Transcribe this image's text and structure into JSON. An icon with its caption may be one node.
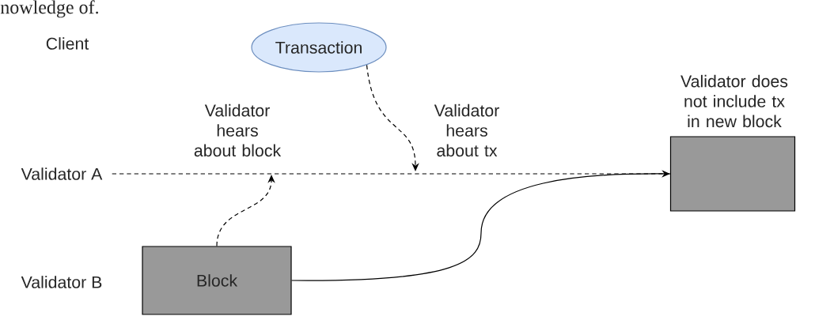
{
  "diagram": {
    "nodes": [
      {
        "text": [
          "Transaction"
        ]
      },
      {
        "text": [
          "Validator does not include tx in new block"
        ]
      },
      {
        "text": [
          "Block"
        ]
      },
      {
        "text": [
          "Validator A"
        ]
      }
    ],
    "edges": [
      {
        "from": 3,
        "to": 1,
        "arrow": "none",
        "style": "dashed"
      },
      {
        "from": 0,
        "to": null,
        "arrow": "to",
        "style": "dashed",
        "label": "Validator hears about tx"
      },
      {
        "from": 2,
        "to": null,
        "arrow": "to",
        "style": "dashed",
        "label": "Validator hears about block"
      },
      {
        "from": 2,
        "to": 1,
        "arrow": "to"
      }
    ],
    "labels": [
      "nowledge of.",
      "Client",
      "Validator B"
    ]
  }
}
